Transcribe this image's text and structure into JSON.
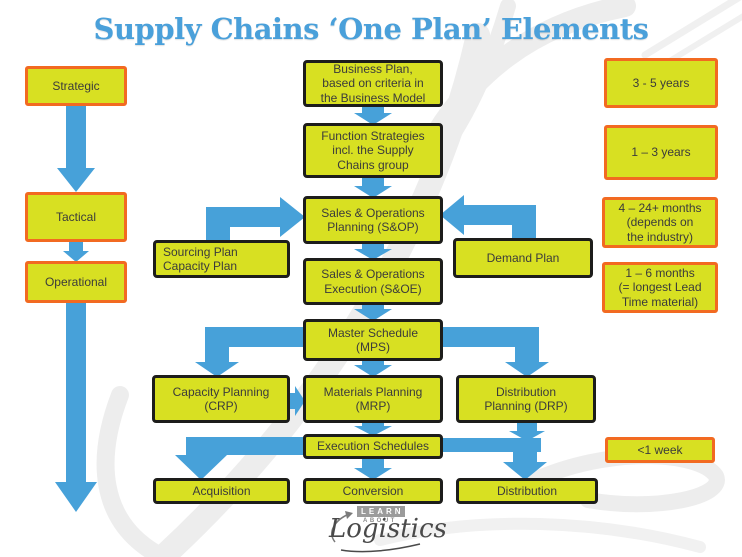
{
  "title": "Supply Chains ‘One Plan’ Elements",
  "left_column": {
    "strategic": "Strategic",
    "tactical": "Tactical",
    "operational": "Operational"
  },
  "flow": {
    "business_plan": "Business Plan,\nbased on criteria in\nthe Business Model",
    "function_strategies": "Function Strategies\nincl. the Supply\nChains group",
    "sop": "Sales & Operations\nPlanning (S&OP)",
    "soe": "Sales & Operations\nExecution (S&OE)",
    "mps": "Master Schedule\n(MPS)",
    "crp": "Capacity Planning\n(CRP)",
    "mrp": "Materials Planning\n(MRP)",
    "drp": "Distribution\nPlanning (DRP)",
    "execution_schedules": "Execution Schedules",
    "acquisition": "Acquisition",
    "conversion": "Conversion",
    "distribution": "Distribution",
    "sourcing_plan": "Sourcing Plan\nCapacity Plan",
    "demand_plan": "Demand Plan"
  },
  "timeframes": {
    "strategic": "3 - 5 years",
    "functional": "1 – 3 years",
    "sop": "4 – 24+ months\n(depends on\nthe industry)",
    "soe": "1 – 6 months\n(= longest Lead\nTime material)",
    "execution": "<1 week"
  },
  "logo": {
    "learn": "LEARN",
    "about": "ABOUT",
    "logistics": "Logistics"
  },
  "colors": {
    "box_fill": "#D8E022",
    "orange_border": "#F26A21",
    "dark_border": "#1d1d1b",
    "arrow_blue": "#47A1D9",
    "title_blue": "#4AA0DA"
  }
}
